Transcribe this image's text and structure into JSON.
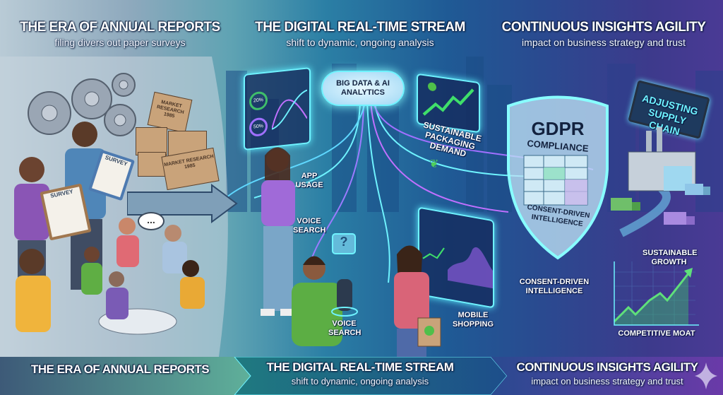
{
  "header": {
    "sections": [
      {
        "title": "THE ERA OF ANNUAL REPORTS",
        "subtitle": "filing divers out paper surveys"
      },
      {
        "title": "THE DIGITAL REAL-TIME STREAM",
        "subtitle": "shift to dynamic, ongoing analysis"
      },
      {
        "title": "CONTINUOUS INSIGHTS AGILITY",
        "subtitle": "impact on business strategy and trust"
      }
    ]
  },
  "left_scene": {
    "box_labels": [
      "MARKET RESEARCH 1985",
      "MARKET RESEARCH 1985"
    ],
    "clipboard_labels": [
      "SURVEY",
      "SURVEY"
    ],
    "speech_bubble": "..."
  },
  "middle_scene": {
    "cloud": "BIG DATA & AI ANALYTICS",
    "dashboard_values": [
      "20%",
      "50%"
    ],
    "packaging": "SUSTAINABLE PACKAGING DEMAND",
    "app_usage": "APP USAGE",
    "voice_search_1": "VOICE SEARCH",
    "voice_search_2": "VOICE SEARCH",
    "question_mark": "?",
    "mobile_shopping": "MOBILE SHOPPING"
  },
  "right_scene": {
    "shield_title": "GDPR",
    "shield_sub": "COMPLIANCE",
    "shield_caption": "CONSENT-DRIVEN INTELLIGENCE",
    "supply_sign": "ADJUSTING SUPPLY CHAIN",
    "consent_label": "CONSENT-DRIVEN INTELLIGENCE",
    "growth_label": "SUSTAINABLE GROWTH",
    "moat_label": "COMPETITIVE MOAT"
  },
  "footer": {
    "sections": [
      {
        "title": "THE ERA OF ANNUAL REPORTS"
      },
      {
        "title": "THE DIGITAL REAL-TIME STREAM",
        "subtitle": "shift to dynamic, ongoing analysis"
      },
      {
        "title": "CONTINUOUS INSIGHTS AGILITY",
        "subtitle": "impact on business strategy and trust"
      }
    ]
  },
  "colors": {
    "cyan_glow": "#6ff3ff",
    "purple": "#7a4bc4",
    "green": "#3fbf6a",
    "box": "#c9a37a"
  }
}
